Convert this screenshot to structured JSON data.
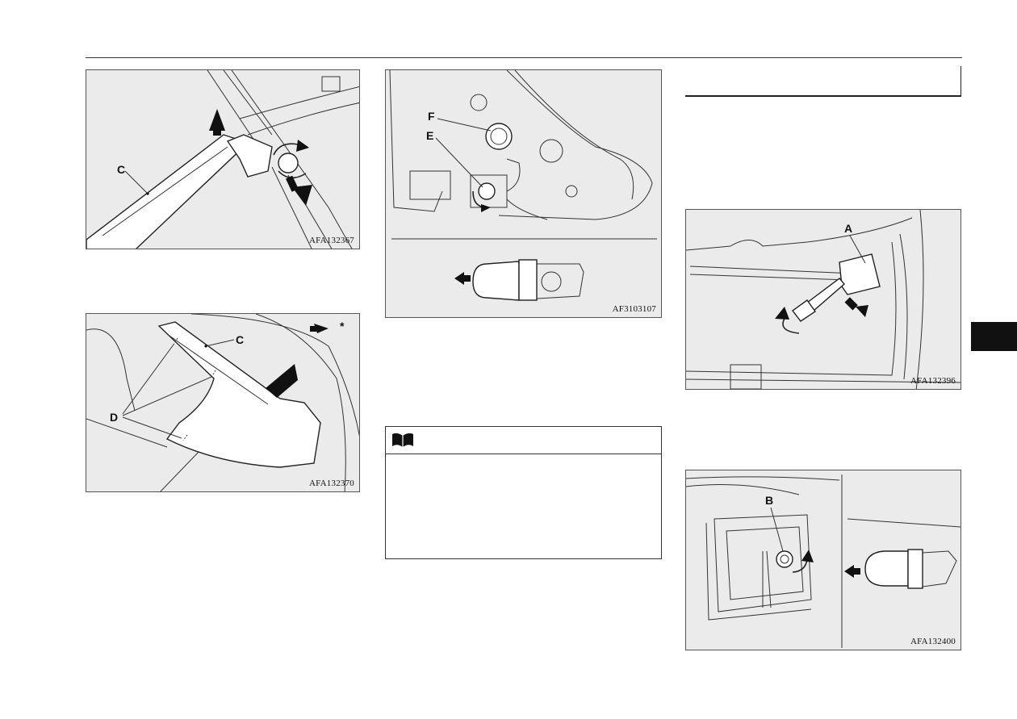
{
  "page": {
    "section_tab_color": "#111111"
  },
  "figures": {
    "fig1": {
      "code": "AFA132367",
      "labels": {
        "c": "C"
      }
    },
    "fig2": {
      "code": "AFA132370",
      "labels": {
        "c": "C",
        "d": "D",
        "star": "*"
      }
    },
    "fig3": {
      "code": "AF3103107",
      "labels": {
        "f": "F",
        "e": "E"
      }
    },
    "fig4": {
      "code": "AFA132396",
      "labels": {
        "a": "A"
      }
    },
    "fig5": {
      "code": "AFA132400",
      "labels": {
        "b": "B"
      }
    }
  },
  "note": {
    "icon": "open-book-icon"
  }
}
